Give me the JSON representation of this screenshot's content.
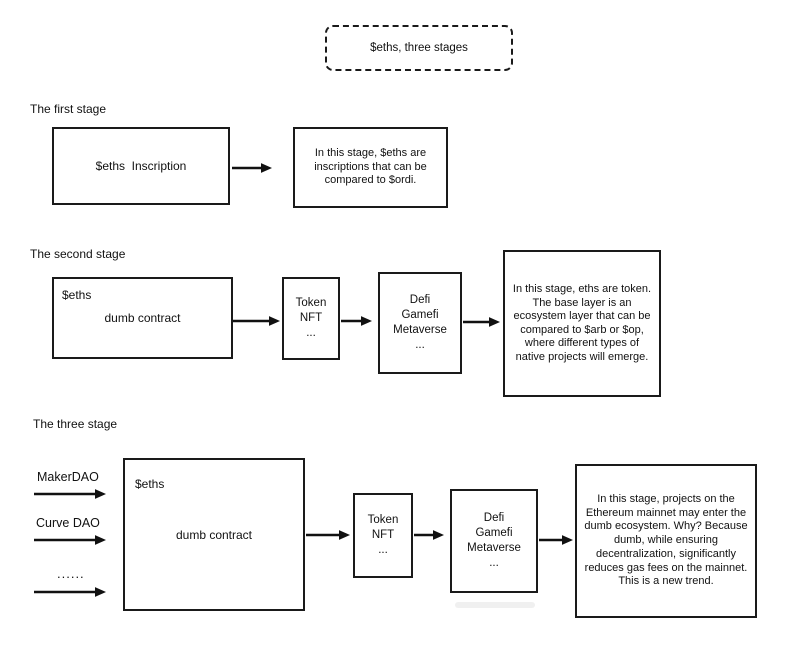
{
  "colors": {
    "ink": "#111111",
    "background": "#ffffff"
  },
  "title_box": {
    "label": "$eths, three stages"
  },
  "stage1": {
    "label": "The first stage",
    "inscription_box": {
      "title": "$eths  Inscription"
    },
    "note": "In this stage, $eths are inscriptions that can be compared to $ordi."
  },
  "stage2": {
    "label": "The second stage",
    "contract_box": {
      "tag": "$eths",
      "title": "dumb contract"
    },
    "token_box": {
      "lines": [
        "Token",
        "NFT",
        "..."
      ]
    },
    "defi_box": {
      "lines": [
        "Defi",
        "Gamefi",
        "Metaverse",
        "..."
      ]
    },
    "note": "In this stage, eths are token. The base layer is an ecosystem layer that can be compared to $arb or $op, where different types of native projects will emerge."
  },
  "stage3": {
    "label": "The three stage",
    "inputs": [
      "MakerDAO",
      "Curve DAO",
      "......"
    ],
    "contract_box": {
      "tag": "$eths",
      "title": "dumb contract"
    },
    "token_box": {
      "lines": [
        "Token",
        "NFT",
        "..."
      ]
    },
    "defi_box": {
      "lines": [
        "Defi",
        "Gamefi",
        "Metaverse",
        "..."
      ]
    },
    "note": "In this stage, projects on the Ethereum mainnet may enter the dumb ecosystem. Why? Because dumb, while ensuring decentralization, significantly reduces gas fees on the mainnet. This is a new trend."
  }
}
